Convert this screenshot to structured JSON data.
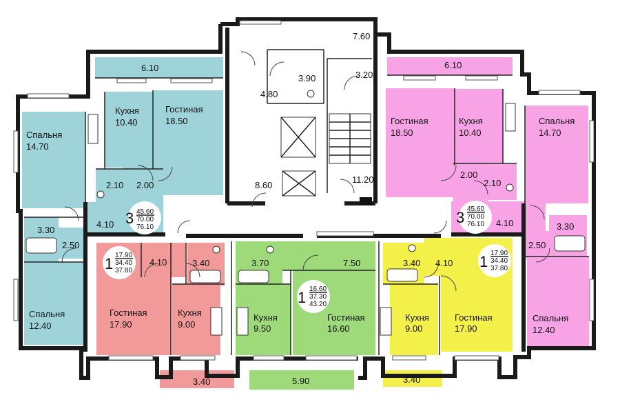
{
  "colors": {
    "blue": "#9fd3da",
    "pink": "#f7a3e5",
    "red": "#f29a9a",
    "green": "#9ed97a",
    "yellow": "#f4f04a",
    "wall": "#1a1a1a",
    "floor": "#ffffff"
  },
  "blue_unit": {
    "loggia": "6.10",
    "kitchen_name": "Кухня",
    "kitchen_area": "10.40",
    "living_name": "Гостиная",
    "living_area": "18.50",
    "bed1_name": "Спальня",
    "bed1_area": "14.70",
    "bath_area": "2.10",
    "hall_area": "2.00",
    "corridor_area": "4.10",
    "wc_area": "3.30",
    "closet_area": "2.50",
    "bed2_name": "Спальня",
    "bed2_area": "12.40",
    "badge": {
      "rooms": "3",
      "living": "45.60",
      "total": "70.00",
      "with_balcony": "76.10"
    }
  },
  "pink_unit": {
    "loggia": "6.10",
    "living_name": "Гостиная",
    "living_area": "18.50",
    "kitchen_name": "Кухня",
    "kitchen_area": "10.40",
    "bed1_name": "Спальня",
    "bed1_area": "14.70",
    "hall_area": "2.00",
    "bath_area": "2.10",
    "corridor_area": "4.10",
    "wc_area": "3.30",
    "closet_area": "2.50",
    "bed2_name": "Спальня",
    "bed2_area": "12.40",
    "badge": {
      "rooms": "3",
      "living": "45.60",
      "total": "70.00",
      "with_balcony": "76.10"
    }
  },
  "core": {
    "lobby_upper": "7.60",
    "shaft": "3.90",
    "hall_left": "4.80",
    "stair_landing": "3.20",
    "lobby_left": "8.60",
    "stair": "11.20"
  },
  "red_unit": {
    "hall_area": "4.10",
    "bath_area": "3.40",
    "living_name": "Гостиная",
    "living_area": "17.90",
    "kitchen_name": "Кухня",
    "kitchen_area": "9.00",
    "balcony": "3.40",
    "badge": {
      "rooms": "1",
      "living": "17.90",
      "total": "34.40",
      "with_balcony": "37.80"
    }
  },
  "green_unit": {
    "bath_area": "3.70",
    "hall_area": "7.50",
    "kitchen_name": "Кухня",
    "kitchen_area": "9.50",
    "living_name": "Гостиная",
    "living_area": "16.60",
    "balcony": "5.90",
    "badge": {
      "rooms": "1",
      "living": "16.60",
      "total": "37.30",
      "with_balcony": "43.20"
    }
  },
  "yellow_unit": {
    "bath_area": "3.40",
    "hall_area": "4.10",
    "kitchen_name": "Кухня",
    "kitchen_area": "9.00",
    "living_name": "Гостиная",
    "living_area": "17.90",
    "balcony": "3.40",
    "badge": {
      "rooms": "1",
      "living": "17.90",
      "total": "34.40",
      "with_balcony": "37.80"
    }
  }
}
